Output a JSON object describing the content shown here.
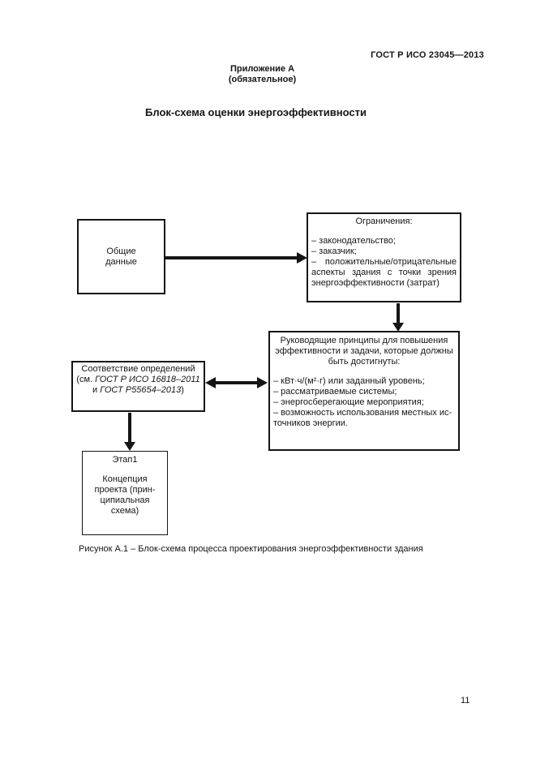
{
  "colors": {
    "ink": "#151515",
    "background": "#ffffff"
  },
  "page": {
    "header": "ГОСТ Р ИСО 23045—2013",
    "appendix_title": "Приложение А",
    "appendix_subtitle": "(обязательное)",
    "title": "Блок-схема оценки энергоэффективности",
    "caption": "Рисунок А.1 – Блок-схема процесса проектирования энергоэффективности здания",
    "page_number": "11"
  },
  "diagram": {
    "box_general": {
      "text": "Общие\nданные"
    },
    "box_constraints": {
      "title": "Ограничения:",
      "items": [
        "– законодательство;",
        "– заказчик;",
        "– положительные/отрицательные аспекты здания с точки зрения энергоэффективности (затрат)"
      ]
    },
    "box_principles": {
      "title": "Руководящие принципы для повышения эффективности и задачи, которые должны быть достигнуты:",
      "items": [
        "– кВт·ч/(м²·г) или заданный уровень;",
        "– рассматриваемые системы;",
        "– энергосберегающие мероприятия;",
        "– возможность использования местных ис-точников энергии."
      ]
    },
    "box_definitions": {
      "line1": "Соответствие определений",
      "line2_prefix": "(см. ",
      "line2_italic": "ГОСТ Р ИСО 16818–2011",
      "line3_prefix": "и ",
      "line3_italic": "ГОСТ Р55654–2013",
      "line3_suffix": ")"
    },
    "box_stage": {
      "title": "Этап1",
      "body": "Концепция\nпроекта (прин-\nципиальная\nсхема)"
    }
  }
}
